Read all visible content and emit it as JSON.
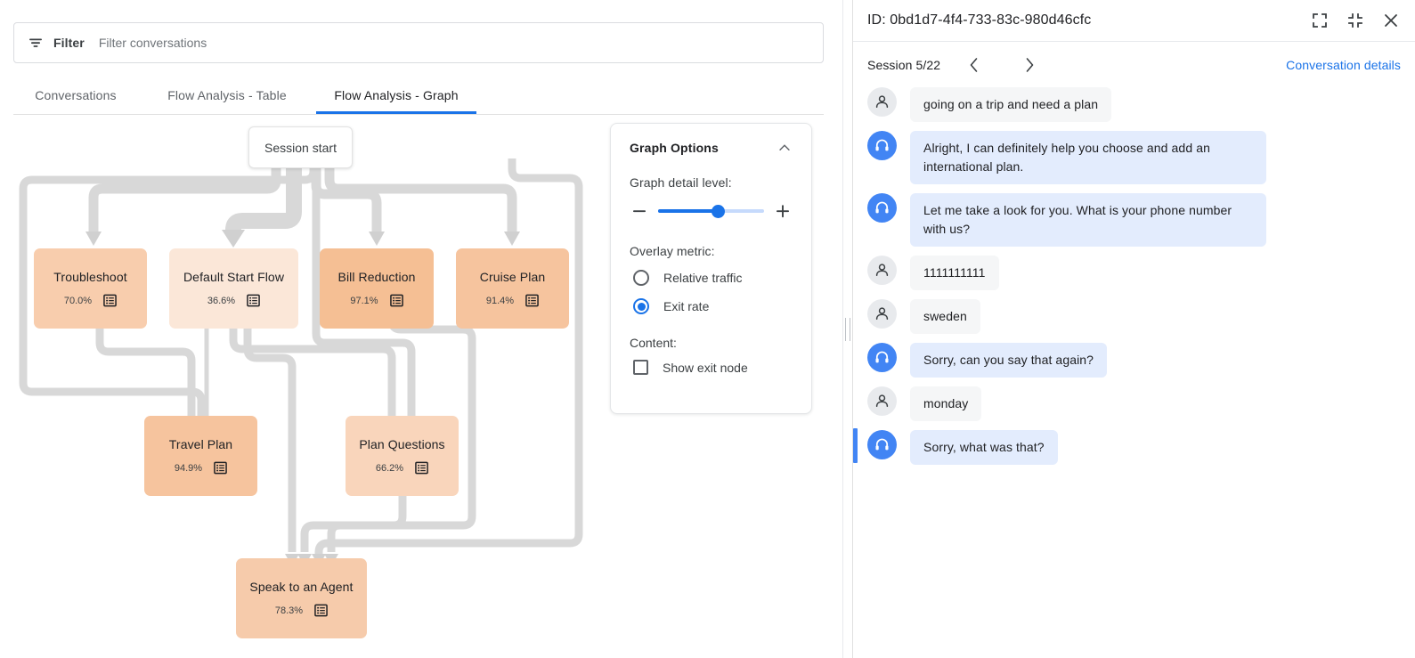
{
  "filter": {
    "icon": "filter-icon",
    "label": "Filter",
    "placeholder": "Filter conversations",
    "value": ""
  },
  "tabs": [
    {
      "label": "Conversations",
      "active": false
    },
    {
      "label": "Flow Analysis - Table",
      "active": false
    },
    {
      "label": "Flow Analysis - Graph",
      "active": true
    }
  ],
  "graph": {
    "session_start_label": "Session start",
    "node_icon": "list-details-icon",
    "nodes": [
      {
        "id": "troubleshoot",
        "title": "Troubleshoot",
        "pct": "70.0%",
        "color": "#f8cdad"
      },
      {
        "id": "default-start-flow",
        "title": "Default Start Flow",
        "pct": "36.6%",
        "color": "#fbe7d8"
      },
      {
        "id": "bill-reduction",
        "title": "Bill Reduction",
        "pct": "97.1%",
        "color": "#f5bf94"
      },
      {
        "id": "cruise-plan",
        "title": "Cruise Plan",
        "pct": "91.4%",
        "color": "#f6c49e"
      },
      {
        "id": "travel-plan",
        "title": "Travel Plan",
        "pct": "94.9%",
        "color": "#f6c49e"
      },
      {
        "id": "plan-questions",
        "title": "Plan Questions",
        "pct": "66.2%",
        "color": "#f9d5bb"
      },
      {
        "id": "speak-to-an-agent",
        "title": "Speak to an Agent",
        "pct": "78.3%",
        "color": "#f6cbab"
      }
    ],
    "edge_color": "#d8d8d8"
  },
  "graph_options": {
    "title": "Graph Options",
    "collapse_icon": "chevron-up-icon",
    "detail_label": "Graph detail level:",
    "detail_value": 57,
    "minus_icon": "minus-icon",
    "plus_icon": "plus-icon",
    "overlay_label": "Overlay metric:",
    "overlay_options": [
      {
        "label": "Relative traffic",
        "selected": false
      },
      {
        "label": "Exit rate",
        "selected": true
      }
    ],
    "content_label": "Content:",
    "content_options": [
      {
        "label": "Show exit node",
        "checked": false
      }
    ],
    "accent_color": "#1a73e8"
  },
  "right_panel": {
    "id_text": "ID: 0bd1d7-4f4-733-83c-980d46cfc",
    "actions": [
      {
        "name": "expand-icon"
      },
      {
        "name": "collapse-icon"
      },
      {
        "name": "close-icon"
      }
    ],
    "session_label": "Session 5/22",
    "prev_label": "‹",
    "next_label": "›",
    "conversation_details_label": "Conversation details",
    "link_color": "#1a73e8",
    "messages": [
      {
        "role": "user",
        "text": "going on a trip and need a plan",
        "highlight": false
      },
      {
        "role": "agent",
        "text": "Alright, I can definitely help you choose and add an international plan.",
        "highlight": false
      },
      {
        "role": "agent",
        "text": "Let me take a look for you. What is your phone number with us?",
        "highlight": false
      },
      {
        "role": "user",
        "text": "1111111111",
        "highlight": false
      },
      {
        "role": "user",
        "text": "sweden",
        "highlight": false
      },
      {
        "role": "agent",
        "text": "Sorry, can you say that again?",
        "highlight": false
      },
      {
        "role": "user",
        "text": "monday",
        "highlight": false
      },
      {
        "role": "agent",
        "text": "Sorry, what was that?",
        "highlight": true
      }
    ]
  }
}
